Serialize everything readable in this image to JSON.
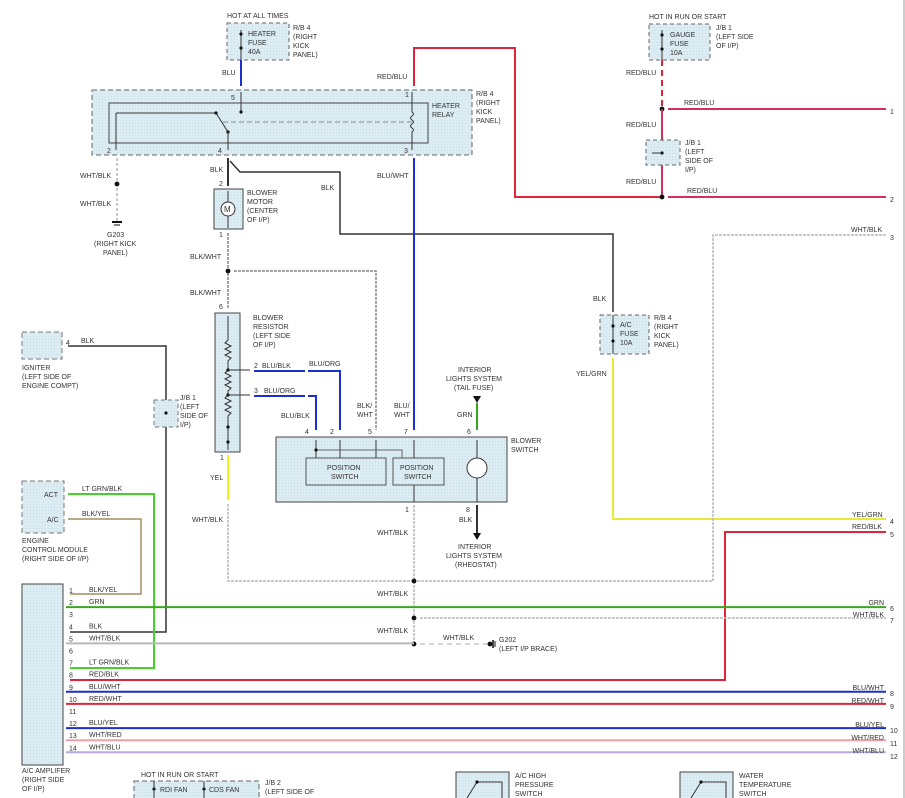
{
  "diagram": {
    "type": "wiring-schematic",
    "subject": "A/C and heater blower circuit",
    "colors": {
      "red": "#e0243a",
      "red_blu": "#d0305c",
      "blue": "#1a2fd0",
      "blk": "#333333",
      "blk_wht": "#888888",
      "wht_blk": "#b8b8b8",
      "grn": "#3aa81e",
      "lt_grn": "#44d22a",
      "yel": "#f2f21a",
      "yel_grn": "#e8ea3a",
      "blu_org": "#1a2fd0",
      "wht_red": "#f0a0a8",
      "wht_blu": "#b9a8e8",
      "blk_yel": "#a09060",
      "component_fill": "#dcecf3"
    },
    "components": {
      "heater_fuse": {
        "header": "HOT AT ALL TIMES",
        "lines": [
          "HEATER",
          "FUSE",
          "40A"
        ],
        "location": [
          "R/B 4",
          "(RIGHT",
          "KICK",
          "PANEL)"
        ]
      },
      "gauge_fuse": {
        "header": "HOT IN RUN OR START",
        "lines": [
          "GAUGE",
          "FUSE",
          "10A"
        ],
        "location": [
          "J/B 1",
          "(LEFT SIDE",
          "OF I/P)"
        ]
      },
      "heater_relay": {
        "lines": [
          "HEATER",
          "RELAY"
        ],
        "location": [
          "R/B 4",
          "(RIGHT",
          "KICK",
          "PANEL)"
        ],
        "pins": [
          "5",
          "1",
          "2",
          "4",
          "3"
        ]
      },
      "jb1_right": {
        "location": [
          "J/B 1",
          "(LEFT",
          "SIDE OF",
          "I/P)"
        ]
      },
      "g203": {
        "lines": [
          "G203",
          "(RIGHT KICK",
          "PANEL)"
        ]
      },
      "blower_motor": {
        "symbol": "M",
        "lines": [
          "BLOWER",
          "MOTOR",
          "(CENTER",
          "OF I/P)"
        ],
        "pins": [
          "2",
          "1"
        ]
      },
      "blower_resistor": {
        "lines": [
          "BLOWER",
          "RESISTOR",
          "(LEFT SIDE",
          "OF I/P)"
        ],
        "pins": [
          "6",
          "2",
          "3",
          "1"
        ]
      },
      "igniter": {
        "pin": "4",
        "lines": [
          "IGNITER",
          "(LEFT SIDE OF",
          "ENGINE COMPT)"
        ]
      },
      "jb1_left": {
        "location": [
          "J/B 1",
          "(LEFT",
          "SIDE OF",
          "I/P)"
        ]
      },
      "ac_fuse": {
        "lines": [
          "A/C",
          "FUSE",
          "10A"
        ],
        "location": [
          "R/B 4",
          "(RIGHT",
          "KICK",
          "PANEL)"
        ]
      },
      "interior_tail": {
        "lines": [
          "INTERIOR",
          "LIGHTS SYSTEM",
          "(TAIL FUSE)"
        ]
      },
      "blower_switch": {
        "lines": [
          "BLOWER",
          "SWITCH"
        ],
        "position_switch": [
          "POSITION",
          "SWITCH"
        ],
        "pins": [
          "4",
          "2",
          "5",
          "7",
          "6",
          "1",
          "8"
        ]
      },
      "interior_rheostat": {
        "lines": [
          "INTERIOR",
          "LIGHTS SYSTEM",
          "(RHEOSTAT)"
        ]
      },
      "ecm": {
        "pins": [
          "ACT",
          "A/C"
        ],
        "lines": [
          "ENGINE",
          "CONTROL MODULE",
          "(RIGHT SIDE OF I/P)"
        ]
      },
      "g202": {
        "lines": [
          "G202",
          "(LEFT I/P BRACE)"
        ]
      },
      "ac_amplifier": {
        "lines": [
          "A/C AMPLIFER",
          "(RIGHT SIDE",
          "OF I/P)"
        ]
      },
      "jb2": {
        "header": "HOT IN RUN OR START",
        "fuses": [
          "RDI FAN",
          "CDS FAN"
        ],
        "location": [
          "J/B 2",
          "(LEFT SIDE OF"
        ]
      },
      "ac_high_pressure": {
        "lines": [
          "A/C HIGH",
          "PRESSURE",
          "SWITCH"
        ]
      },
      "water_temp": {
        "lines": [
          "WATER",
          "TEMPERATURE",
          "SWITCH"
        ]
      }
    },
    "wire_labels": {
      "blu": "BLU",
      "red_blu": "RED/BLU",
      "blu_wht": "BLU/WHT",
      "blk": "BLK",
      "wht_blk": "WHT/BLK",
      "blk_wht": "BLK/WHT",
      "blk_wht_split": [
        "BLK/",
        "WHT"
      ],
      "blu_wht_split": [
        "BLU/",
        "WHT"
      ],
      "blu_blk": "BLU/BLK",
      "blu_org": "BLU/ORG",
      "yel": "YEL",
      "grn": "GRN",
      "yel_grn": "YEL/GRN",
      "red_blk": "RED/BLK",
      "lt_grn_blk": "LT GRN/BLK",
      "blk_yel": "BLK/YEL"
    },
    "amplifier_pins": [
      {
        "pin": "1",
        "wire": "BLK/YEL"
      },
      {
        "pin": "2",
        "wire": "GRN"
      },
      {
        "pin": "3",
        "wire": ""
      },
      {
        "pin": "4",
        "wire": "BLK"
      },
      {
        "pin": "5",
        "wire": "WHT/BLK"
      },
      {
        "pin": "6",
        "wire": ""
      },
      {
        "pin": "7",
        "wire": "LT GRN/BLK"
      },
      {
        "pin": "8",
        "wire": "RED/BLK"
      },
      {
        "pin": "9",
        "wire": "BLU/WHT"
      },
      {
        "pin": "10",
        "wire": "RED/WHT"
      },
      {
        "pin": "11",
        "wire": ""
      },
      {
        "pin": "12",
        "wire": "BLU/YEL"
      },
      {
        "pin": "13",
        "wire": "WHT/RED"
      },
      {
        "pin": "14",
        "wire": "WHT/BLU"
      }
    ],
    "right_outputs": [
      {
        "num": "1",
        "wire": "RED/BLU"
      },
      {
        "num": "2",
        "wire": "RED/BLU"
      },
      {
        "num": "3",
        "wire": "WHT/BLK"
      },
      {
        "num": "4",
        "wire": "YEL/GRN"
      },
      {
        "num": "5",
        "wire": "RED/BLK"
      },
      {
        "num": "6",
        "wire": "GRN"
      },
      {
        "num": "7",
        "wire": "WHT/BLK"
      },
      {
        "num": "8",
        "wire": "BLU/WHT"
      },
      {
        "num": "9",
        "wire": "RED/WHT"
      },
      {
        "num": "10",
        "wire": "BLU/YEL"
      },
      {
        "num": "11",
        "wire": "WHT/RED"
      },
      {
        "num": "12",
        "wire": "WHT/BLU"
      }
    ]
  }
}
